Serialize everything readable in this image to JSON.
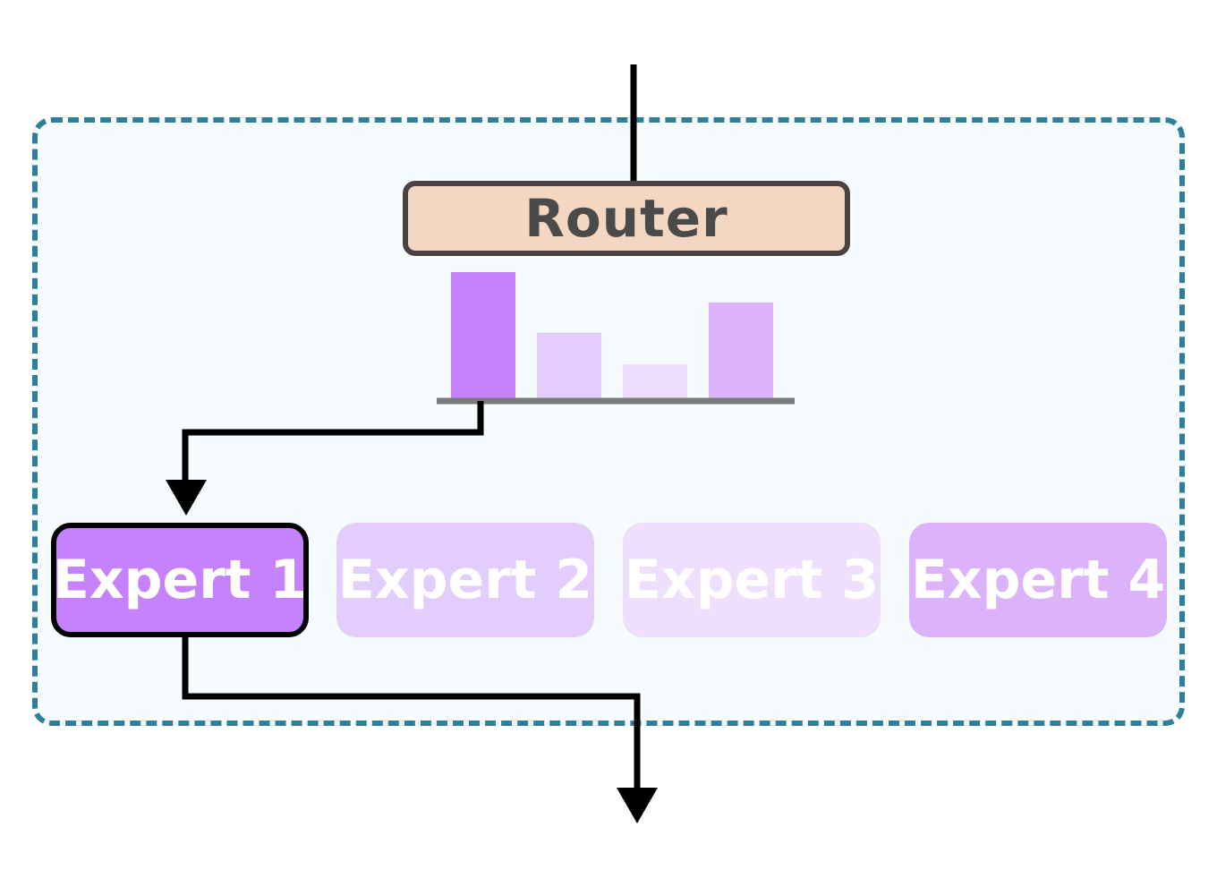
{
  "router": {
    "label": "Router",
    "fill": "#f3d7c2",
    "border": "#4a4240"
  },
  "routing_weights": {
    "values": [
      1.0,
      0.52,
      0.27,
      0.76
    ],
    "colors": [
      "#c682fc",
      "#e3cdfd",
      "#efdffd",
      "#dcb3fb"
    ]
  },
  "experts": [
    {
      "label": "Expert 1",
      "color": "#c682fc",
      "selected": true
    },
    {
      "label": "Expert 2",
      "color": "#e3cdfd",
      "selected": false
    },
    {
      "label": "Expert 3",
      "color": "#efdffd",
      "selected": false
    },
    {
      "label": "Expert 4",
      "color": "#dcb3fb",
      "selected": false
    }
  ],
  "colors": {
    "container_border": "#2f7f9a",
    "container_fill": "#f6fbfd",
    "wire": "#000000",
    "baseline": "#7a7a7a"
  }
}
